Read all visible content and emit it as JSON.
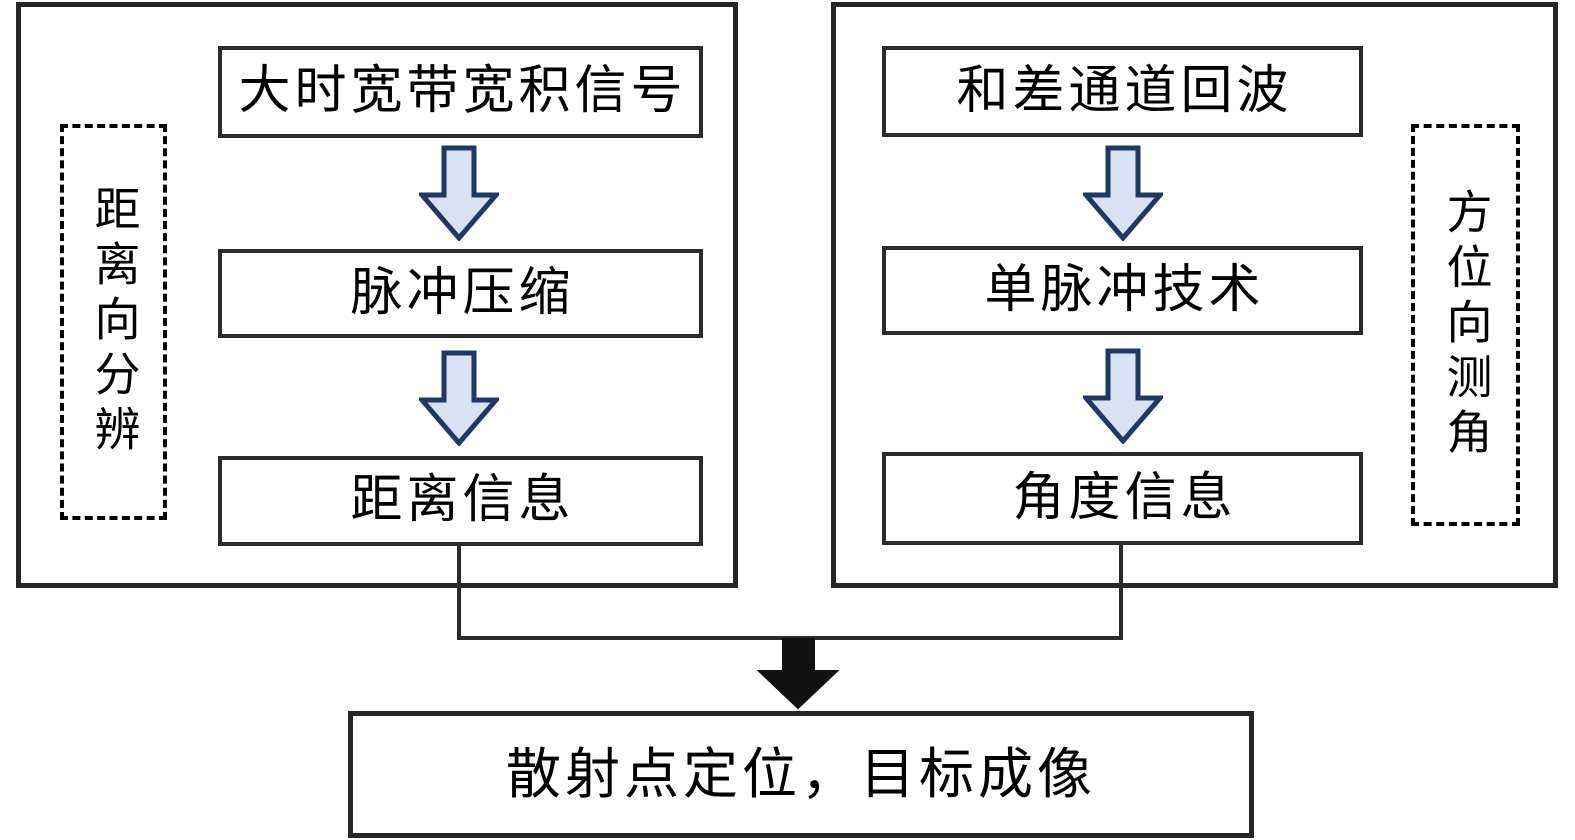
{
  "diagram": {
    "title_semantic": "radar-imaging-flowchart",
    "left_group": {
      "side_label": "距离向分辨",
      "boxes": [
        "大时宽带宽积信号",
        "脉冲压缩",
        "距离信息"
      ]
    },
    "right_group": {
      "side_label": "方位向测角",
      "boxes": [
        "和差通道回波",
        "单脉冲技术",
        "角度信息"
      ]
    },
    "output_box": "散射点定位，目标成像",
    "colors": {
      "line": "#2b2b2b",
      "box_border": "#2b2b2b",
      "blue_arrow_fill": "#d9e2f3",
      "blue_arrow_stroke": "#1f3864",
      "black_arrow": "#111111",
      "background": "#ffffff",
      "text": "#000000"
    }
  }
}
